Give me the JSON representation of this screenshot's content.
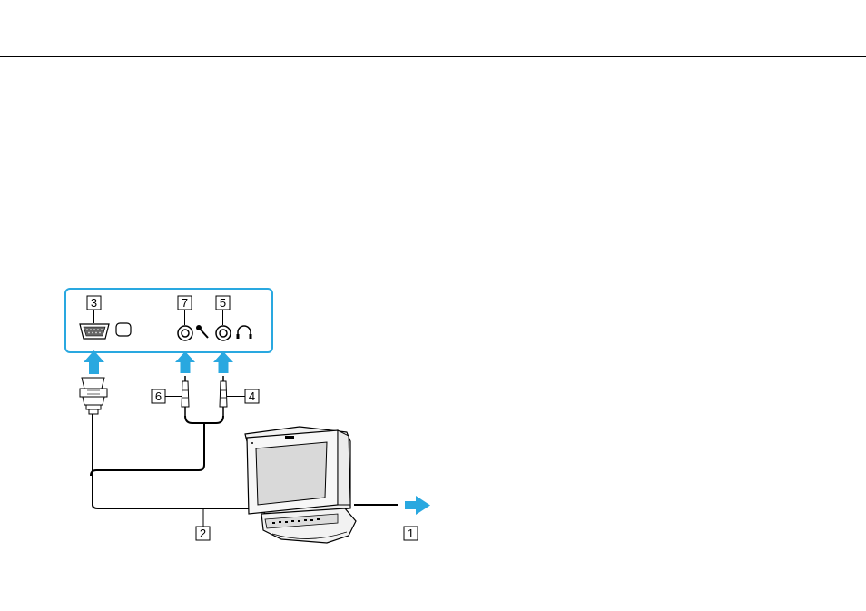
{
  "colors": {
    "panel_outline": "#29a8e0",
    "arrow": "#29a8e0",
    "line": "#000000",
    "monitor_screen": "#d9d9d9",
    "monitor_body": "#f2f2f2"
  },
  "diagram": {
    "callouts": [
      {
        "id": "1",
        "label": "1"
      },
      {
        "id": "2",
        "label": "2"
      },
      {
        "id": "3",
        "label": "3"
      },
      {
        "id": "4",
        "label": "4"
      },
      {
        "id": "5",
        "label": "5"
      },
      {
        "id": "6",
        "label": "6"
      },
      {
        "id": "7",
        "label": "7"
      }
    ],
    "icons": {
      "monitor_port": "monitor-port-icon",
      "microphone": "microphone-icon",
      "headphones": "headphones-icon"
    }
  }
}
